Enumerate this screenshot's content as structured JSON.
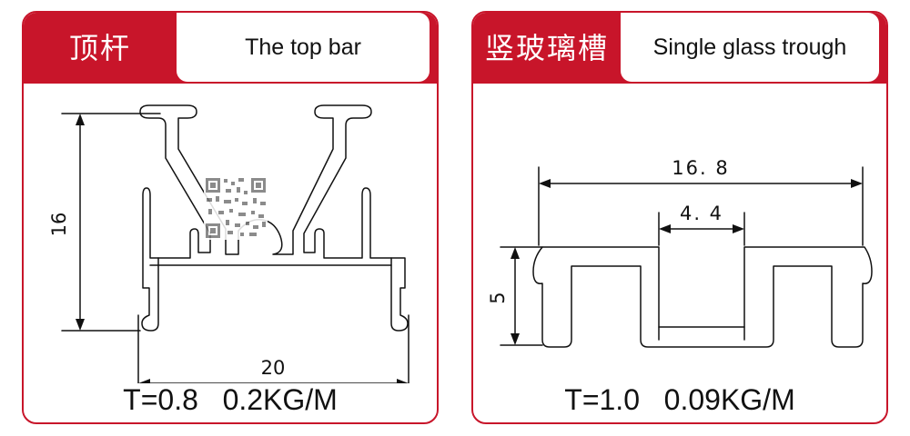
{
  "panels": [
    {
      "title_cn": "顶杆",
      "title_en": "The top bar",
      "dimensions": {
        "height": "16",
        "width": "20"
      },
      "spec": "T=0.8   0.2KG/M"
    },
    {
      "title_cn": "竖玻璃槽",
      "title_en": "Single glass trough",
      "dimensions": {
        "overall_width": "16. 8",
        "channel_width": "4. 4",
        "height": "5"
      },
      "spec": "T=1.0   0.09KG/M"
    }
  ],
  "colors": {
    "brand_red": "#c8152a",
    "line": "#111111"
  },
  "icons": {
    "watermark": "qr-code-icon"
  }
}
